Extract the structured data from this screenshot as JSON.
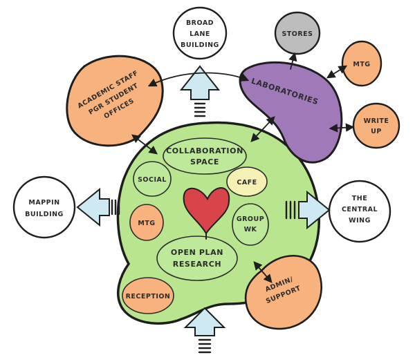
{
  "hub": {
    "center_icon": "heart-icon",
    "inner_labels": {
      "collaboration": [
        "COLLABORATION",
        "SPACE"
      ],
      "social": [
        "SOCIAL"
      ],
      "cafe": [
        "CAFE"
      ],
      "mtg": [
        "MTG"
      ],
      "group_wk": [
        "GROUP",
        "WK"
      ],
      "open_plan": [
        "OPEN PLAN",
        "RESEARCH"
      ],
      "reception": [
        "RECEPTION"
      ]
    }
  },
  "nodes": {
    "academic": [
      "ACADEMIC STAFF",
      "PGR STUDENT",
      "OFFICES"
    ],
    "laboratories": [
      "LABORATORIES"
    ],
    "broad_lane": [
      "BROAD",
      "LANE",
      "BUILDING"
    ],
    "stores": [
      "STORES"
    ],
    "mtg_outer": [
      "MTG"
    ],
    "write_up": [
      "WRITE",
      "UP"
    ],
    "mappin": [
      "MAPPIN",
      "BUILDING"
    ],
    "central_wing": [
      "THE",
      "CENTRAL",
      "WING"
    ],
    "admin": [
      "ADMIN/",
      "SUPPORT"
    ]
  },
  "colors": {
    "hub_green": "#b8e58e",
    "inner_green": "#bfe99a",
    "orange": "#f7b27e",
    "purple": "#a07ab8",
    "stores_grey": "#bdbdbd",
    "cafe_yellow": "#f5f1b5",
    "heart_red": "#d9444a",
    "arrow_blue": "#cfe9f3"
  }
}
